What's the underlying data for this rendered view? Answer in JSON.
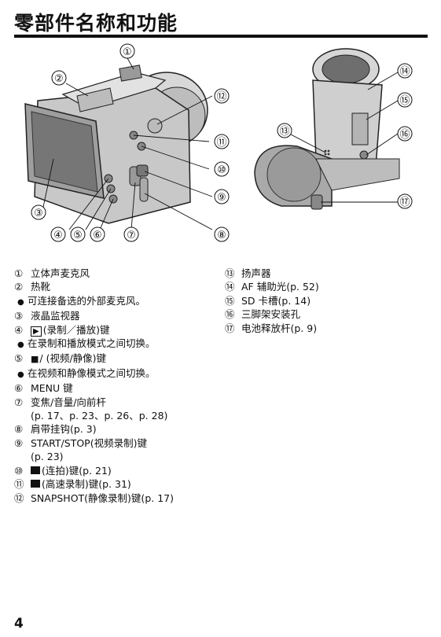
{
  "page": {
    "title": "零部件名称和功能",
    "number": "4"
  },
  "callouts": [
    "①",
    "②",
    "③",
    "④",
    "⑤",
    "⑥",
    "⑦",
    "⑧",
    "⑨",
    "⑩",
    "⑪",
    "⑫",
    "⑬",
    "⑭",
    "⑮",
    "⑯",
    "⑰"
  ],
  "parts_left": [
    {
      "num": "①",
      "label": "立体声麦克风"
    },
    {
      "num": "②",
      "label": "热靴",
      "note": "可连接备选的外部麦克风。"
    },
    {
      "num": "③",
      "label": "液晶监视器"
    },
    {
      "num": "④",
      "icon": "play-icon",
      "label": "(录制／播放)键",
      "note": "在录制和播放模式之间切换。"
    },
    {
      "num": "⑤",
      "icon": "camera-icons",
      "label": "/ (视频/静像)键",
      "note": "在视频和静像模式之间切换。"
    },
    {
      "num": "⑥",
      "label": "MENU 键"
    },
    {
      "num": "⑦",
      "label": "变焦/音量/向前杆",
      "cont": "(p. 17、p. 23、p. 26、p. 28)"
    },
    {
      "num": "⑧",
      "label": "肩带挂钩(p. 3)"
    },
    {
      "num": "⑨",
      "label": "START/STOP(视频录制)键",
      "cont": "(p. 23)"
    },
    {
      "num": "⑩",
      "icon": "burst-icon",
      "label": "(连拍)键(p. 21)"
    },
    {
      "num": "⑪",
      "icon": "high-speed-icon",
      "label": "(高速录制)键(p. 31)"
    },
    {
      "num": "⑫",
      "label": "SNAPSHOT(静像录制)键(p. 17)"
    }
  ],
  "parts_right": [
    {
      "num": "⑬",
      "label": "扬声器"
    },
    {
      "num": "⑭",
      "label": "AF 辅助光(p. 52)"
    },
    {
      "num": "⑮",
      "label": "SD 卡槽(p. 14)"
    },
    {
      "num": "⑯",
      "label": "三脚架安装孔"
    },
    {
      "num": "⑰",
      "label": "电池释放杆(p. 9)"
    }
  ]
}
